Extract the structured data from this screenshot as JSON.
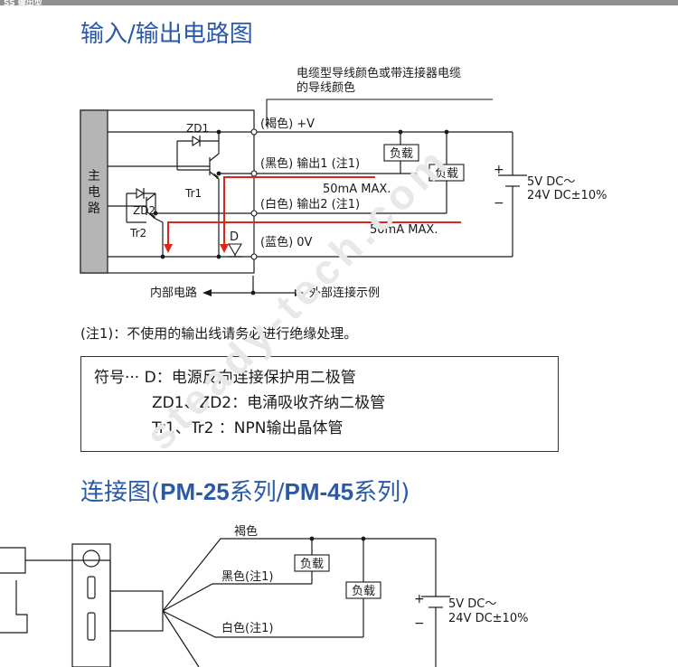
{
  "page": {
    "top_tab": "SS 输出型"
  },
  "section1": {
    "title": "输入/输出电路图",
    "wire_color_header_line1": "电缆型导线颜色或带连接器电缆",
    "wire_color_header_line2": "的导线颜色",
    "main_circuit": [
      "主",
      "电",
      "路"
    ],
    "wire_brown": "(褐色) +V",
    "wire_black": "(黑色) 输出1 (注1)",
    "wire_white": "(白色) 输出2 (注1)",
    "wire_blue": "(蓝色) 0V",
    "load_label": "负载",
    "current_max": "50mA MAX.",
    "zd1": "ZD1",
    "zd2": "ZD2",
    "tr1": "Tr1",
    "tr2": "Tr2",
    "d": "D",
    "supply_line1": "5V DC～",
    "supply_line2": "24V DC±10%",
    "plus": "+",
    "minus": "−",
    "internal_label": "内部电路",
    "external_label": "外部连接示例"
  },
  "note1": "(注1)：不使用的输出线请务必进行绝缘处理。",
  "legend": {
    "line1": "符号··· D：电源反向连接保护用二极管",
    "line2": "ZD1、ZD2：电涌吸收齐纳二极管",
    "line3": "Tr1、Tr2 ：NPN输出晶体管"
  },
  "section2": {
    "title_prefix": "连接图(",
    "title_model1": "PM-25",
    "title_mid": "系列/",
    "title_model2": "PM-45",
    "title_suffix": "系列)",
    "wire_brown": "褐色",
    "wire_black": "黑色(注1)",
    "wire_white": "白色(注1)",
    "load_label": "负载",
    "supply_line1": "5V DC～",
    "supply_line2": "24V DC±10%",
    "plus": "+",
    "minus": "−"
  },
  "watermark": "steady-tech.com",
  "colors": {
    "heading_blue": "#2a59a8",
    "current_red": "#e2231a",
    "main_block_gray": "#b5b5b5"
  }
}
